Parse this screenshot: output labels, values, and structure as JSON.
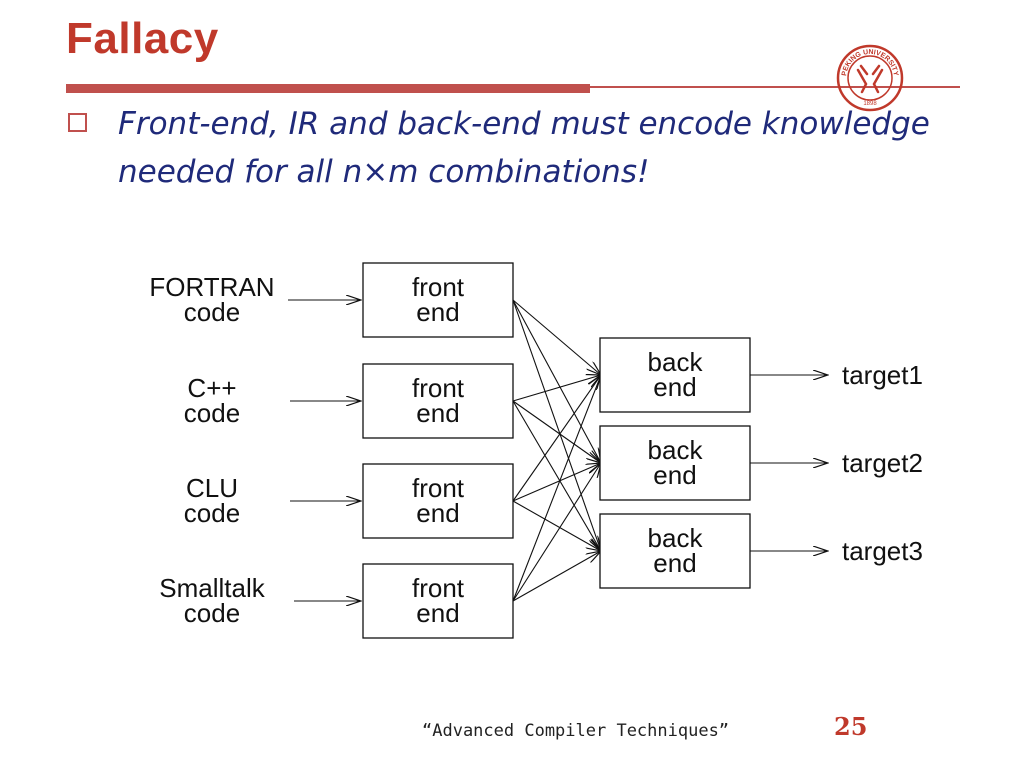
{
  "slide": {
    "title": "Fallacy",
    "bullet": "Front-end, IR and back-end must encode knowledge needed for all n×m combinations!",
    "footer": "“Advanced Compiler Techniques”",
    "page_number": "25",
    "accent_color": "#c0504d",
    "title_color": "#c0392b",
    "bullet_color": "#1f2a7a",
    "logo": {
      "icon": "peking-university-seal-icon",
      "text": "PEKING UNIVERSITY",
      "year": "1898"
    }
  },
  "diagram": {
    "sources": [
      {
        "line1": "FORTRAN",
        "line2": "code"
      },
      {
        "line1": "C++",
        "line2": "code"
      },
      {
        "line1": "CLU",
        "line2": "code"
      },
      {
        "line1": "Smalltalk",
        "line2": "code"
      }
    ],
    "front_ends": [
      {
        "line1": "front",
        "line2": "end"
      },
      {
        "line1": "front",
        "line2": "end"
      },
      {
        "line1": "front",
        "line2": "end"
      },
      {
        "line1": "front",
        "line2": "end"
      }
    ],
    "back_ends": [
      {
        "line1": "back",
        "line2": "end"
      },
      {
        "line1": "back",
        "line2": "end"
      },
      {
        "line1": "back",
        "line2": "end"
      }
    ],
    "targets": [
      "target1",
      "target2",
      "target3"
    ],
    "connectivity": "every front end connects to every back end"
  }
}
